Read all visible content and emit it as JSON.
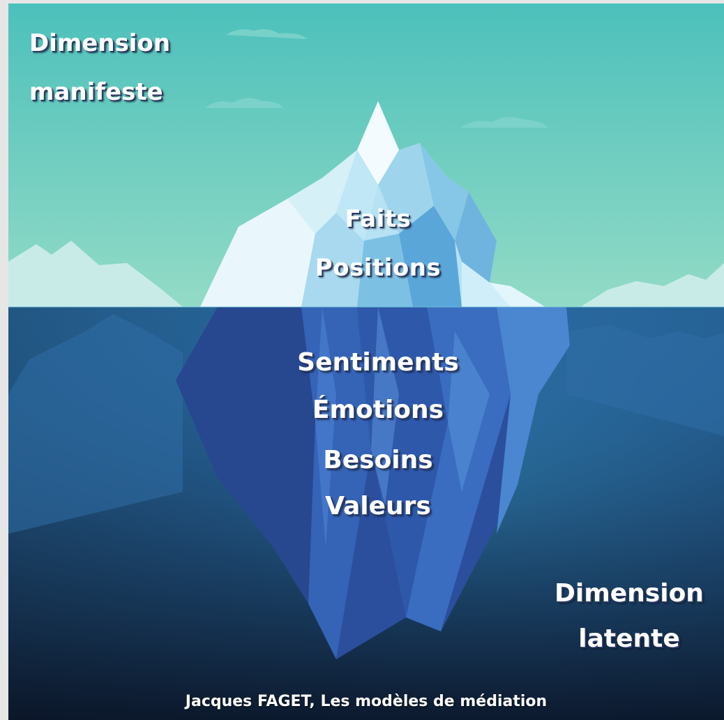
{
  "captions": {
    "top_left_line1": "Dimension",
    "top_left_line2": "manifeste",
    "bottom_right_line1": "Dimension",
    "bottom_right_line2": "latente"
  },
  "above_water": [
    "Faits",
    "Positions"
  ],
  "below_water": [
    "Sentiments",
    "Émotions",
    "Besoins",
    "Valeurs"
  ],
  "credit": "Jacques FAGET, Les modèles de médiation",
  "colors": {
    "sky_top": "#4fc3bd",
    "sky_bottom": "#8fd8c4",
    "water_top": "#3f8fc4",
    "water_bottom": "#0f1f38",
    "ice_light": "#e6f6fb",
    "ice_mid": "#a9dcef",
    "ice_deep": "#3a67b8"
  }
}
